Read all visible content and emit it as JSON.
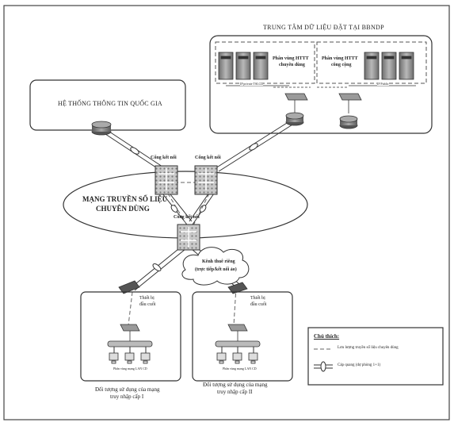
{
  "data_center": {
    "title": "TRUNG TÂM DỮ LIỆU ĐẶT TẠI BBNDP",
    "zone_private_line1": "Phân vùng HTTT",
    "zone_private_line2": "chuyên dùng",
    "zone_public_line1": "Phân vùng HTTT",
    "zone_public_line2": "công cộng",
    "ip_private_label": "IP private TSLCD",
    "ip_public_label": "IP Public"
  },
  "national_system": {
    "title": "HỆ THỐNG THÔNG TIN QUỐC GIA"
  },
  "network": {
    "title_line1": "MẠNG TRUYỀN SỐ LIỆU",
    "title_line2": "CHUYÊN DÙNG",
    "gateway_left": "Cổng kết nối",
    "gateway_right": "Cổng kết nối",
    "gateway_bottom": "Cổng kết nối"
  },
  "leased_line": {
    "line1": "Kênh thuê riêng",
    "line2": "(trực tiếp/kết nối ảo)"
  },
  "user_groups": [
    {
      "device_line1": "Thiết bị",
      "device_line2": "đầu cuối",
      "lan_label": "Phân vùng mạng LAN CD",
      "caption_line1": "Đối tượng sử dụng của mạng",
      "caption_line2": "truy nhập cấp I"
    },
    {
      "device_line1": "Thiết bị",
      "device_line2": "đầu cuối",
      "lan_label": "Phân vùng mạng LAN CD",
      "caption_line1": "Đối tượng sử dụng của mạng",
      "caption_line2": "truy nhập cấp II"
    }
  ],
  "legend": {
    "title": "Chú thích:",
    "dashed_label": "Lưu lượng truyền số liệu chuyên dùng",
    "fiber_label": "Cáp quang (dự phòng 1+1)"
  },
  "colors": {
    "ink": "#222222",
    "dashed_line": "#666666",
    "device_fill": "#9a9a9a",
    "gateway_fill": "#bdbdbd"
  }
}
